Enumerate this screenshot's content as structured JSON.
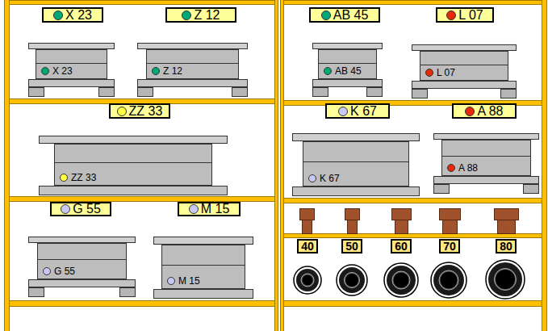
{
  "diagram": {
    "nodes": [
      {
        "text": [
          "X 23"
        ]
      },
      {
        "text": [
          "Z 12"
        ]
      },
      {
        "text": [
          "AB 45"
        ]
      },
      {
        "text": [
          "L 07"
        ]
      },
      {
        "text": [
          "X 23"
        ]
      },
      {
        "text": [
          "Z 12"
        ]
      },
      {
        "text": [
          "AB 45"
        ]
      },
      {
        "text": [
          "L 07"
        ]
      },
      {
        "text": [
          "ZZ 33"
        ]
      },
      {
        "text": [
          "K 67"
        ]
      },
      {
        "text": [
          "A 88"
        ]
      },
      {
        "text": [
          "ZZ 33"
        ]
      },
      {
        "text": [
          "K 67"
        ]
      },
      {
        "text": [
          "A 88"
        ]
      },
      {
        "text": [
          "G 55"
        ]
      },
      {
        "text": [
          "M 15"
        ]
      },
      {
        "text": [
          "G 55"
        ]
      },
      {
        "text": [
          "M 15"
        ]
      },
      {
        "text": [
          "40"
        ]
      },
      {
        "text": [
          "50"
        ]
      },
      {
        "text": [
          "60"
        ]
      },
      {
        "text": [
          "70"
        ]
      },
      {
        "text": [
          "80"
        ]
      }
    ]
  }
}
